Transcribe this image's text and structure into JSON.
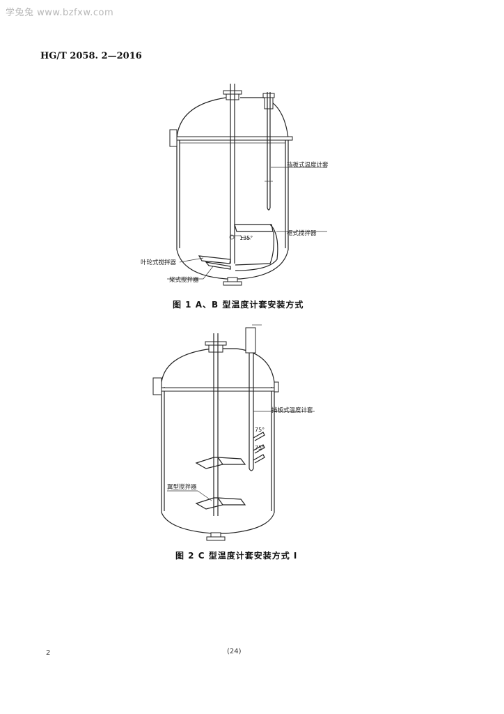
{
  "header": {
    "watermark": "学兔兔 www.bzfxw.com",
    "standard_code": "HG/T 2058. 2—2016"
  },
  "figure1": {
    "caption": "图 1   A、B 型温度计套安装方式",
    "labels": {
      "thermowell": "挡板式温度计套",
      "frame_agitator": "框式搅拌器",
      "impeller_agitator": "叶轮式搅拌器",
      "paddle_agitator": "桨式搅拌器",
      "angle": "135°"
    }
  },
  "figure2": {
    "caption": "图 2   C 型温度计套安装方式 Ⅰ",
    "labels": {
      "thermowell": "挡板式温度计套",
      "wing_agitator": "翼型搅拌器",
      "angle_upper": "75°",
      "angle_lower": "75°"
    }
  },
  "footer": {
    "page_number": "2",
    "center_mark": "(24)"
  }
}
